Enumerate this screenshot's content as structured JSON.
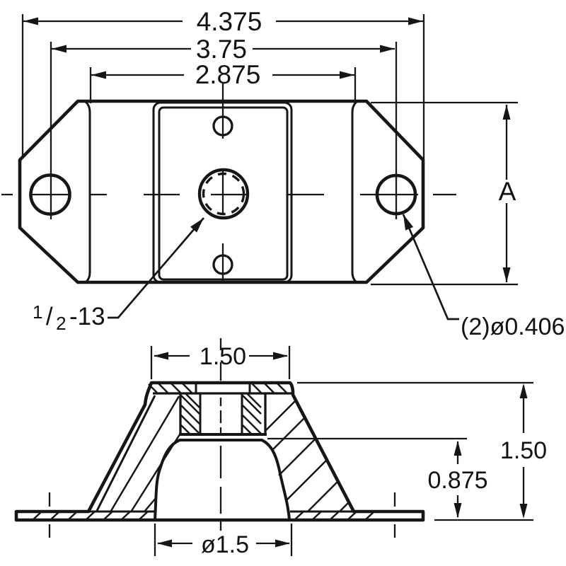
{
  "drawing": {
    "view_top": {
      "dim_overall_width": "4.375",
      "dim_hole_spacing": "3.75",
      "dim_center_width": "2.875",
      "dim_height": "A",
      "thread_callout": {
        "full": "1/2-13",
        "numerator": "1",
        "slash": "/",
        "denominator": "2",
        "suffix": "-13"
      },
      "hole_callout": "(2)ø0.406"
    },
    "view_section": {
      "dim_top_width": "1.50",
      "dim_overall_height": "1.50",
      "dim_snubber_height": "0.875",
      "dim_base_hole_diameter": "ø1.5"
    }
  }
}
